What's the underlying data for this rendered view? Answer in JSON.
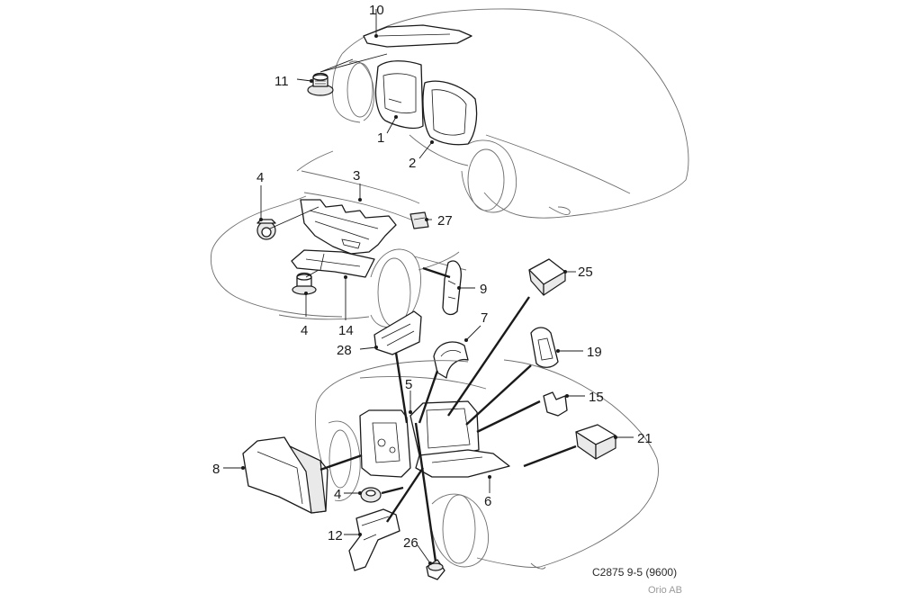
{
  "diagram": {
    "callouts": {
      "c1": "1",
      "c2": "2",
      "c3": "3",
      "c4a": "4",
      "c4b": "4",
      "c4c": "4",
      "c5": "5",
      "c6": "6",
      "c7": "7",
      "c8": "8",
      "c9": "9",
      "c10": "10",
      "c11": "11",
      "c12": "12",
      "c14": "14",
      "c15": "15",
      "c19": "19",
      "c21": "21",
      "c25": "25",
      "c26": "26",
      "c27": "27",
      "c28": "28"
    },
    "reference": "C2875 9-5 (9600)",
    "credit": "Orio AB"
  }
}
